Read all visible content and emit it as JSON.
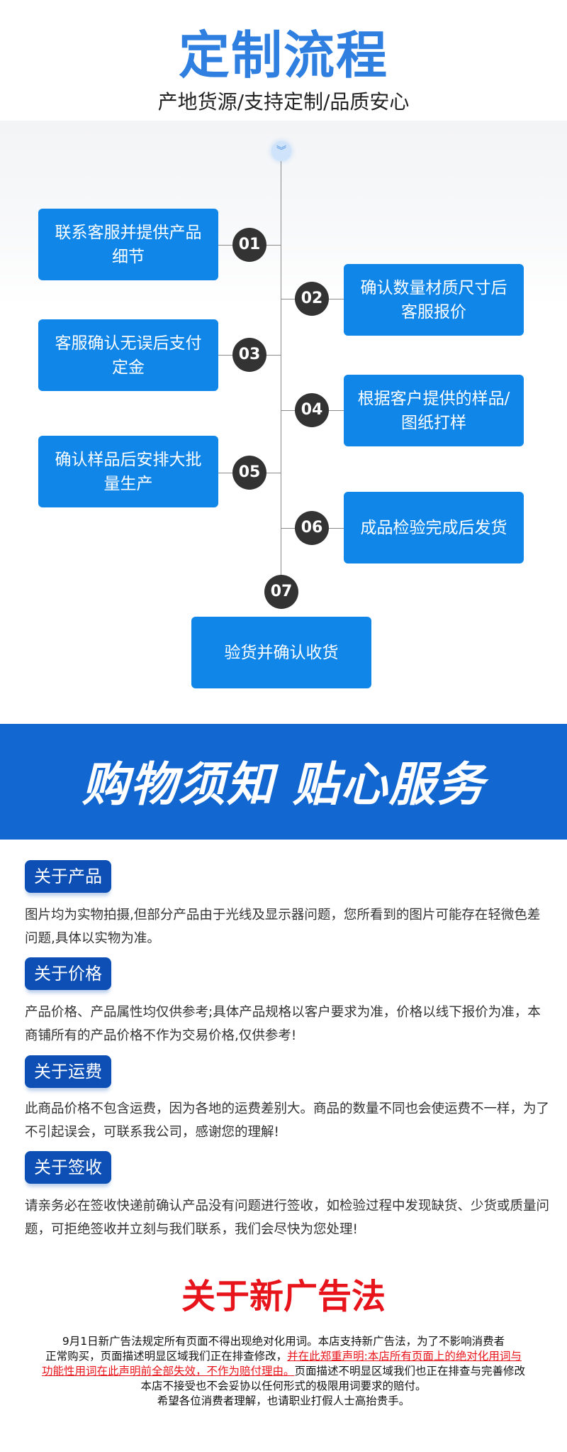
{
  "header": {
    "title": "定制流程",
    "subtitle": "产地货源/支持定制/品质安心"
  },
  "icons": {
    "start": "double-chevron-down-icon"
  },
  "steps": [
    {
      "num": "01",
      "text": "联系客服并提供产品细节"
    },
    {
      "num": "02",
      "text": "确认数量材质尺寸后客服报价"
    },
    {
      "num": "03",
      "text": "客服确认无误后支付定金"
    },
    {
      "num": "04",
      "text": "根据客户提供的样品/图纸打样"
    },
    {
      "num": "05",
      "text": "确认样品后安排大批量生产"
    },
    {
      "num": "06",
      "text": "成品检验完成后发货"
    },
    {
      "num": "07",
      "text": "验货并确认收货"
    }
  ],
  "banner": {
    "text": "购物须知 贴心服务",
    "color": "#1268d0"
  },
  "sections": [
    {
      "tag": "关于产品",
      "text": "图片均为实物拍摄,但部分产品由于光线及显示器问题，您所看到的图片可能存在轻微色差问题,具体以实物为准。"
    },
    {
      "tag": "关于价格",
      "text": "产品价格、产品属性均仅供参考;具体产品规格以客户要求为准，价格以线下报价为准，本商铺所有的产品价格不作为交易价格,仅供参考!"
    },
    {
      "tag": "关于运费",
      "text": "此商品价格不包含运费，因为各地的运费差别大。商品的数量不同也会使运费不一样，为了不引起误会，可联系我公司，感谢您的理解!"
    },
    {
      "tag": "关于签收",
      "text": "请亲务必在签收快递前确认产品没有问题进行签收，如检验过程中发现缺货、少货或质量问题，可拒绝签收并立刻与我们联系，我们会尽快为您处理!"
    }
  ],
  "ad_law": {
    "title": "关于新广告法",
    "line1": "9月1日新广告法规定所有页面不得出现绝对化用词。本店支持新广告法，为了不影响消费者",
    "line2a": "正常购买，页面描述明显区域我们正在排查修改，",
    "line2red": "并在此郑重声明:本店所有页面上的绝对化用词与",
    "line3red": "功能性用词在此声明前全部失效，不作为赔付理由。",
    "line3b": "页面描述不明显区域我们也正在排查与完善修改",
    "line4": "本店不接受也不会妥协以任何形式的极限用词要求的赔付。",
    "line5": "希望各位消费者理解，也请职业打假人士高抬贵手。"
  }
}
